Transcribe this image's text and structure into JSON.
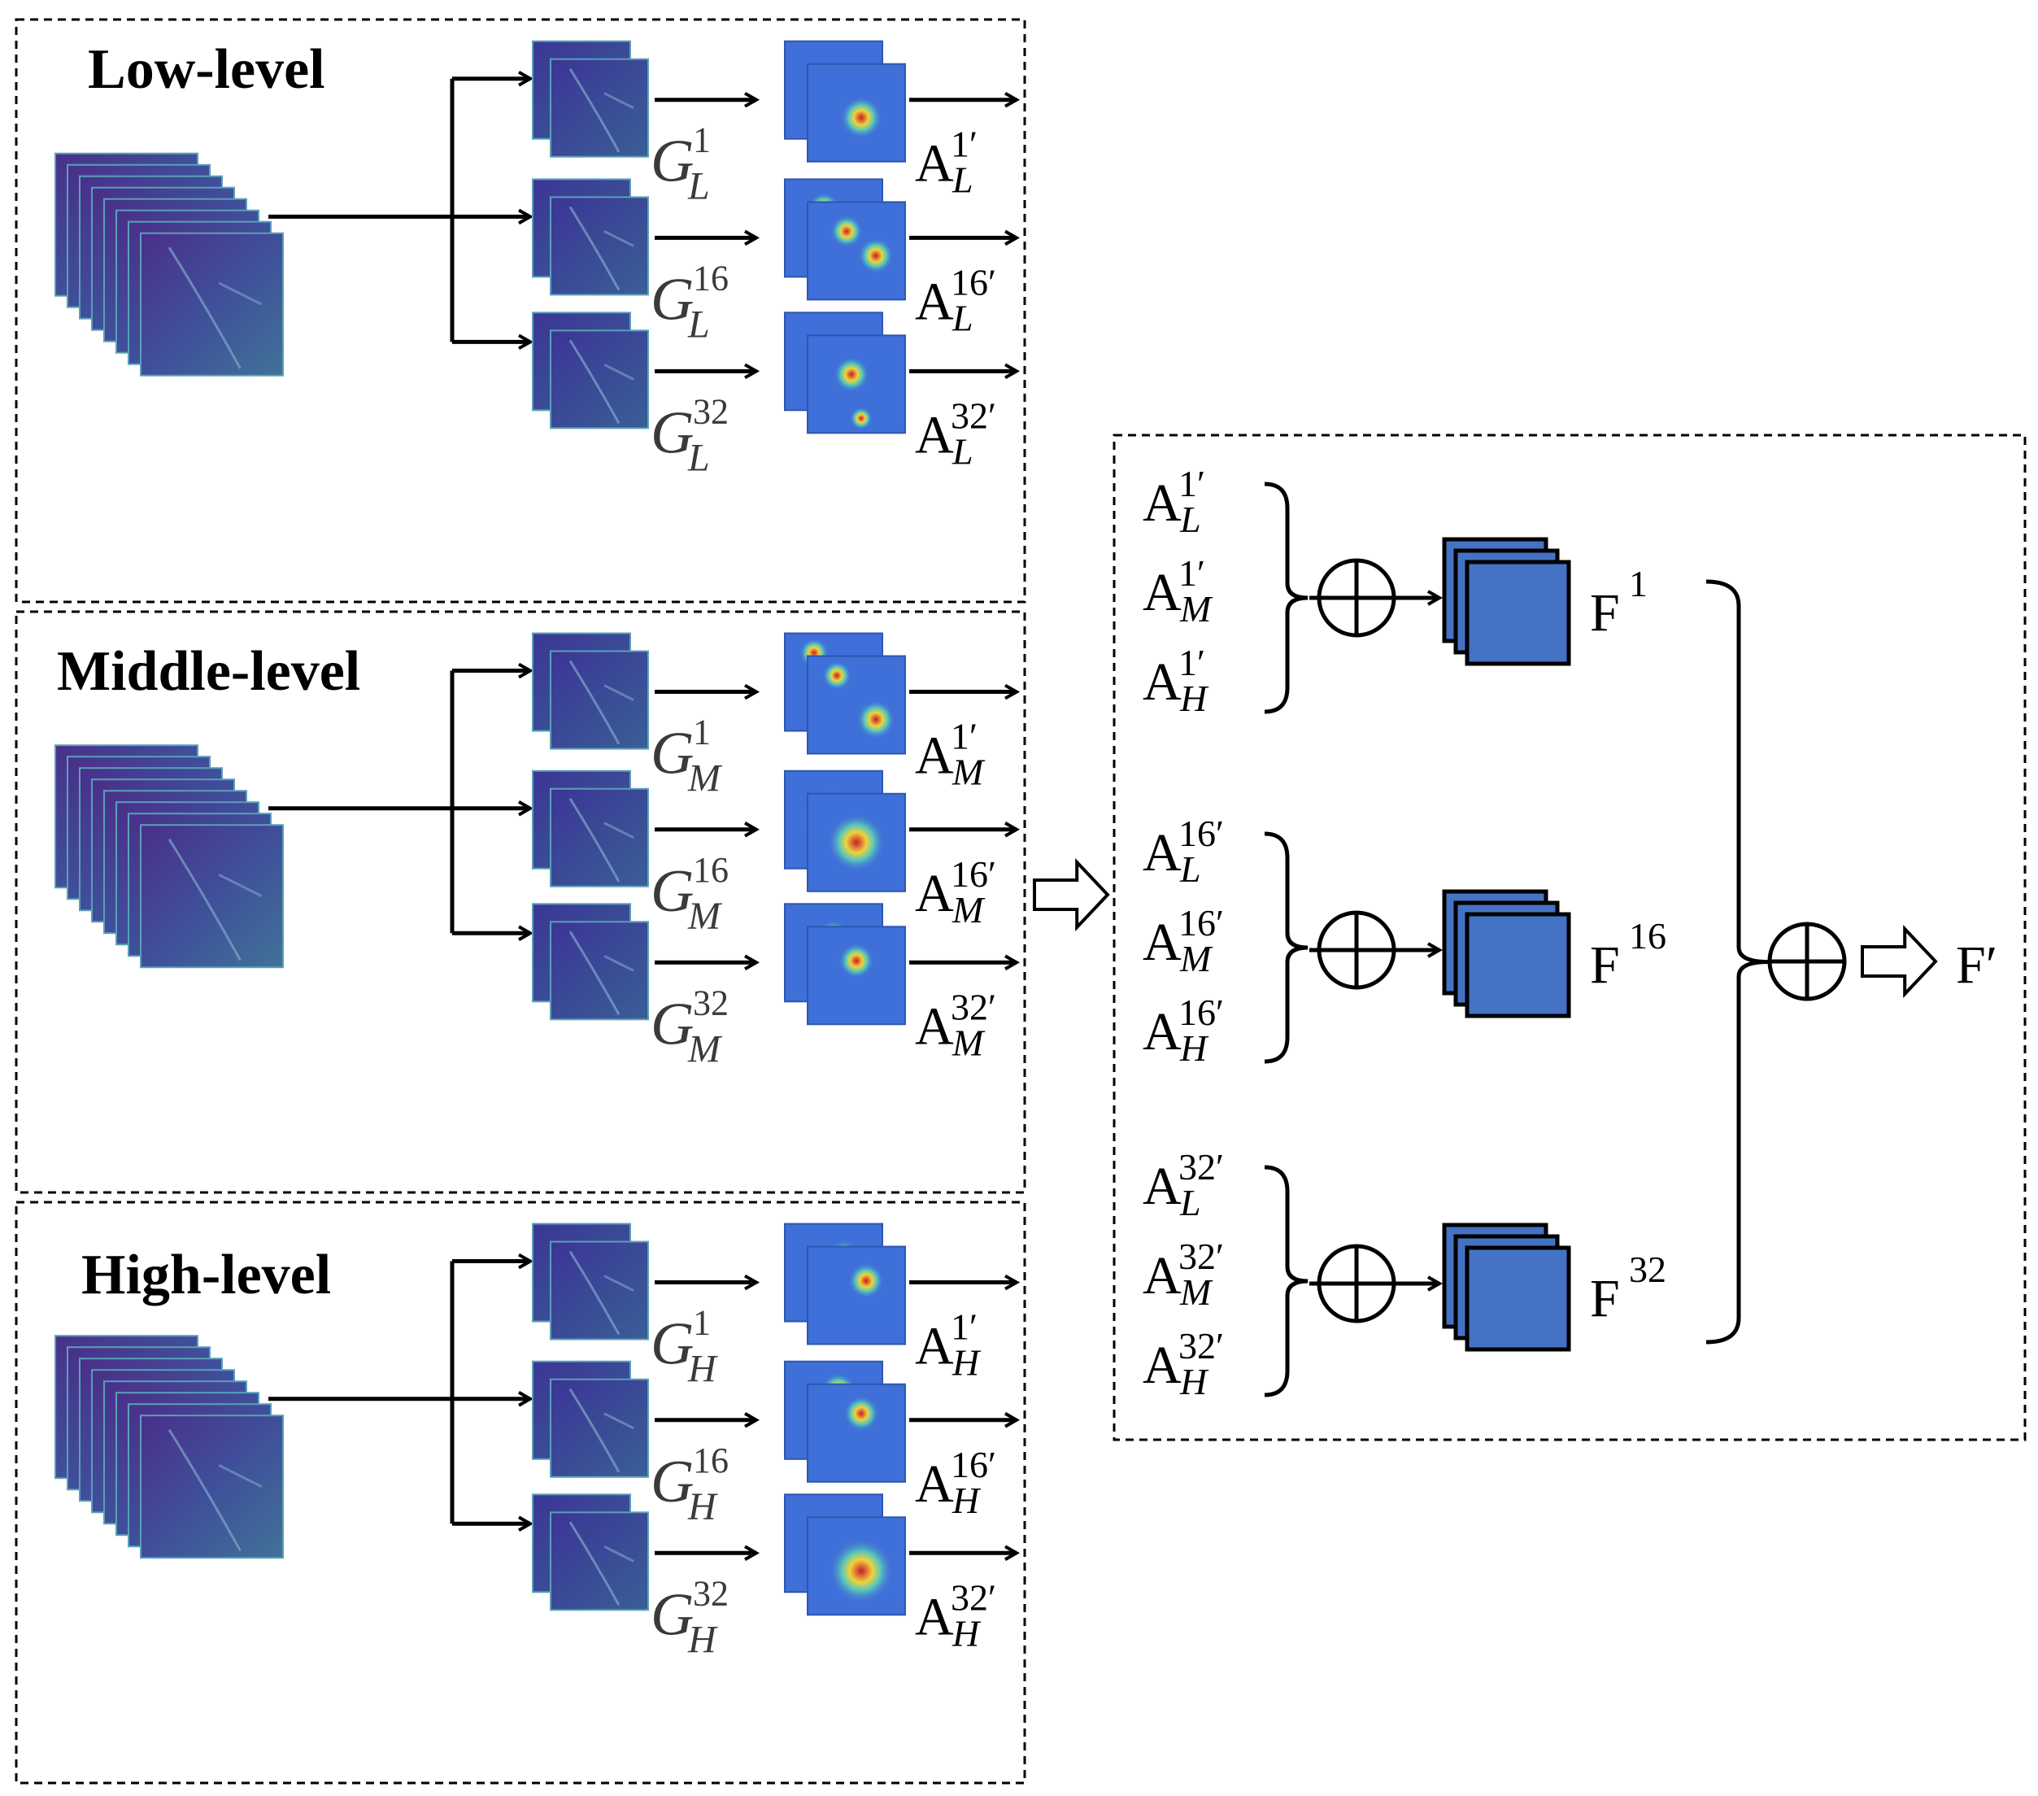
{
  "panels": {
    "low": {
      "title": "Low-level",
      "sub": "L"
    },
    "middle": {
      "title": "Middle-level",
      "sub": "M"
    },
    "high": {
      "title": "High-level",
      "sub": "H"
    }
  },
  "g_symbol": "G",
  "a_symbol": "A",
  "prime": "′",
  "scales": [
    "1",
    "16",
    "32"
  ],
  "fusion": {
    "feature_symbol": "F",
    "output_label": "F′"
  },
  "colors": {
    "feature_blue": "#4472c4",
    "map_dark": "#3b3a8c",
    "map_light": "#3f6a98",
    "heat_low": "#3f6fd8",
    "heat_high": "#d62828"
  },
  "icons": [
    "right-arrow",
    "hollow-arrow",
    "circle-plus",
    "curly-brace"
  ]
}
